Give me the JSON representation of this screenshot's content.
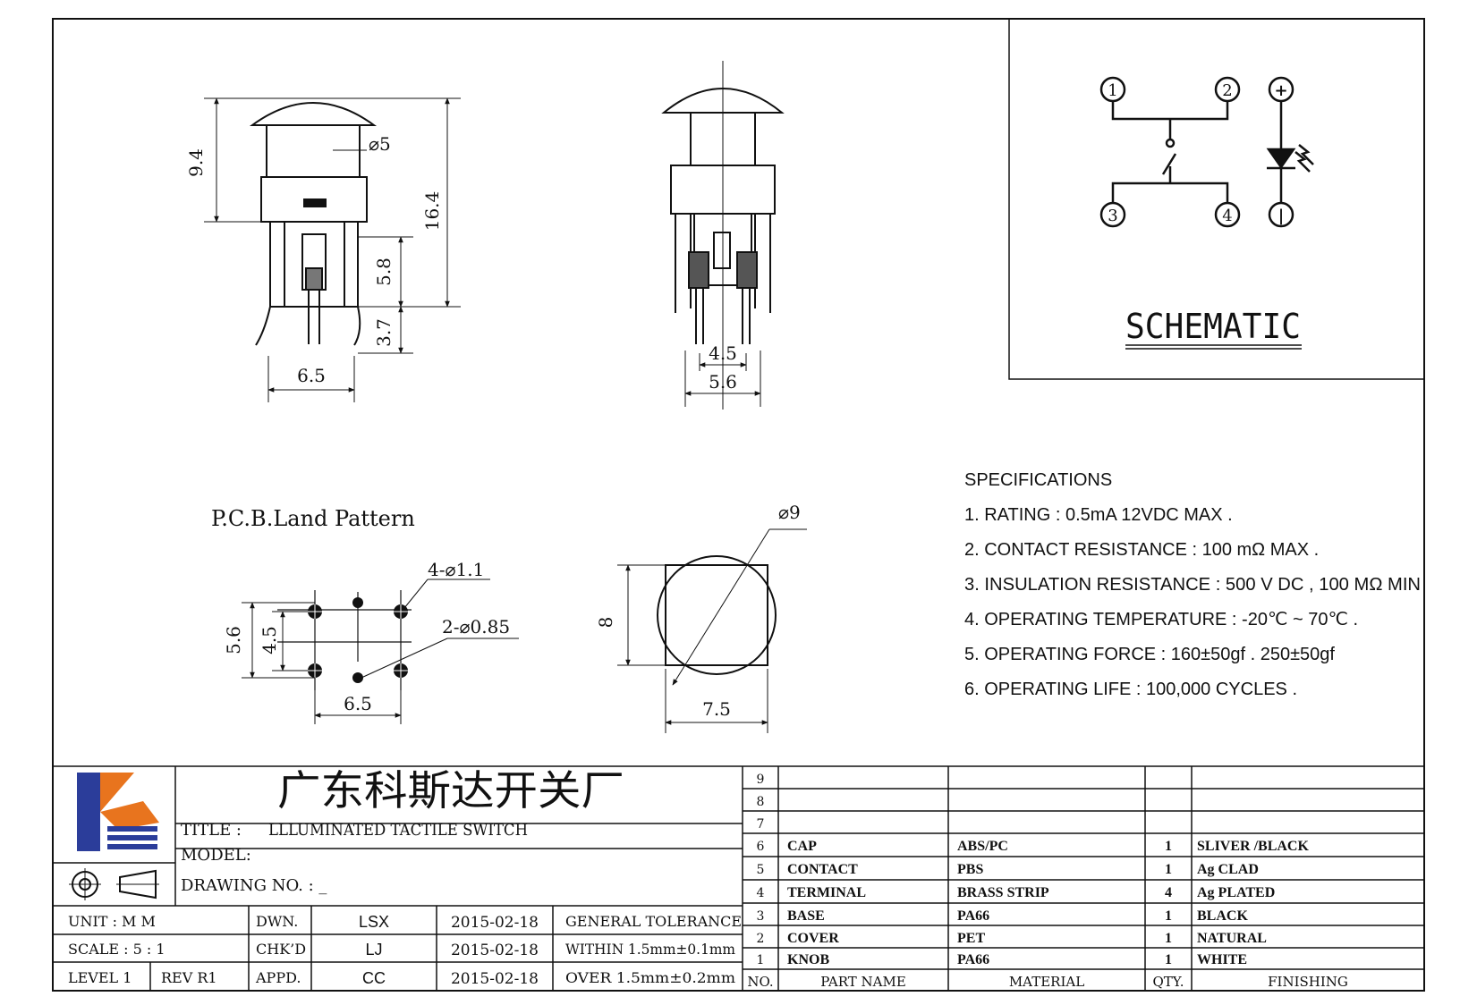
{
  "company": "广东科斯达开关厂",
  "schematic": {
    "label": "SCHEMATIC",
    "pins": [
      "1",
      "2",
      "3",
      "4",
      "+",
      "|"
    ]
  },
  "drawings": {
    "side_view": {
      "d_cap": "⌀5",
      "h_cap": "9.4",
      "h_total": "16.4",
      "h_body": "5.8",
      "h_leg": "3.7",
      "w": "6.5"
    },
    "front_view": {
      "w_inner": "4.5",
      "w_outer": "5.6"
    },
    "pcb": {
      "title": "P.C.B.Land Pattern",
      "holes_large": "4-⌀1.1",
      "holes_small": "2-⌀0.85",
      "h_outer": "5.6",
      "h_inner": "4.5",
      "w": "6.5"
    },
    "top_view": {
      "d": "⌀9",
      "h": "8",
      "w": "7.5"
    }
  },
  "specifications": {
    "heading": "SPECIFICATIONS",
    "items": [
      "1. RATING : 0.5mA 12VDC MAX .",
      "2. CONTACT RESISTANCE : 100 mΩ MAX .",
      "3. INSULATION RESISTANCE : 500 V DC , 100 MΩ MIN",
      "4. OPERATING TEMPERATURE : -20℃ ~ 70℃ .",
      "5. OPERATING FORCE : 160±50gf . 250±50gf",
      "6. OPERATING LIFE : 100,000 CYCLES ."
    ]
  },
  "title_block": {
    "title_label": "TITLE :",
    "title_value": "LLLUMINATED TACTILE SWITCH",
    "model_label": "MODEL:",
    "drawing_no_label": "DRAWING NO.  : _",
    "unit": "UNIT    :    M M",
    "scale": "SCALE   :   5 : 1",
    "level": "LEVEL 1",
    "rev": "REV   R1",
    "dwn_label": "DWN.",
    "chkd_label": "CHK’D",
    "appd_label": "APPD.",
    "dwn": "LSX",
    "chkd": "LJ",
    "appd": "CC",
    "dwn_date": "2015-02-18",
    "chkd_date": "2015-02-18",
    "appd_date": "2015-02-18",
    "tolerance_title": "GENERAL  TOLERANCE",
    "tolerance_1": "WITHIN 1.5mm±0.1mm",
    "tolerance_2": "OVER    1.5mm±0.2mm"
  },
  "bom": {
    "headers": [
      "NO.",
      "PART  NAME",
      "MATERIAL",
      "QTY.",
      "FINISHING"
    ],
    "rows": [
      {
        "no": "9",
        "part": "",
        "material": "",
        "qty": "",
        "finish": ""
      },
      {
        "no": "8",
        "part": "",
        "material": "",
        "qty": "",
        "finish": ""
      },
      {
        "no": "7",
        "part": "",
        "material": "",
        "qty": "",
        "finish": ""
      },
      {
        "no": "6",
        "part": "CAP",
        "material": "ABS/PC",
        "qty": "1",
        "finish": "SLIVER /BLACK"
      },
      {
        "no": "5",
        "part": "CONTACT",
        "material": "PBS",
        "qty": "1",
        "finish": "Ag CLAD"
      },
      {
        "no": "4",
        "part": "TERMINAL",
        "material": "BRASS STRIP",
        "qty": "4",
        "finish": "Ag PLATED"
      },
      {
        "no": "3",
        "part": "BASE",
        "material": "PA66",
        "qty": "1",
        "finish": "BLACK"
      },
      {
        "no": "2",
        "part": "COVER",
        "material": "PET",
        "qty": "1",
        "finish": "NATURAL"
      },
      {
        "no": "1",
        "part": "KNOB",
        "material": "PA66",
        "qty": "1",
        "finish": "WHITE"
      }
    ]
  },
  "colors": {
    "ink": "#111111",
    "logo_blue": "#2b3d9a",
    "logo_orange": "#e8741e"
  }
}
